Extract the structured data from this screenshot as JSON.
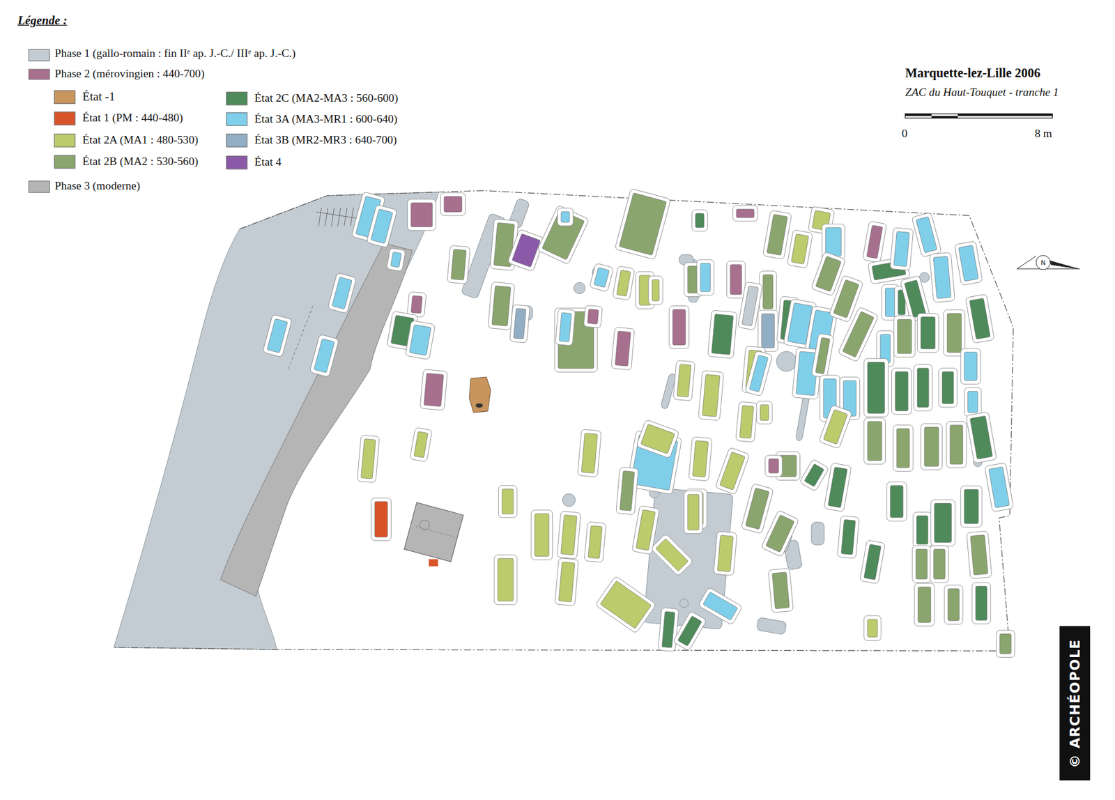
{
  "diagram": {
    "title": "Marquette-lez-Lille 2006",
    "caption": "ZAC du Haut-Touquet - tranche 1",
    "labels": [
      "Légende :",
      "0",
      "8 m",
      "N",
      "© ARCHÉOPOLE"
    ],
    "legend": [
      {
        "text": "Phase 1 (gallo-romain : fin IIᵉ ap. J.-C./ IIIᵉ ap. J.-C.)",
        "color": "#c3ccd3"
      },
      {
        "text": "Phase 2 (mérovingien : 440-700)",
        "color": "#a8708f"
      },
      {
        "text": "État -1",
        "color": "#c8955e"
      },
      {
        "text": "État 1 (PM : 440-480)",
        "color": "#d9532a"
      },
      {
        "text": "État 2A (MA1 : 480-530)",
        "color": "#bccb6c"
      },
      {
        "text": "État 2B (MA2 : 530-560)",
        "color": "#8ba56e"
      },
      {
        "text": "État 2C (MA2-MA3 : 560-600)",
        "color": "#4e8a5a"
      },
      {
        "text": "État 3A (MA3-MR1 : 600-640)",
        "color": "#80cfea"
      },
      {
        "text": "État 3B (MR2-MR3 : 640-700)",
        "color": "#92aec4"
      },
      {
        "text": "État 4",
        "color": "#8a5aa8"
      },
      {
        "text": "Phase 3 (moderne)",
        "color": "#b5b5b5"
      }
    ]
  }
}
